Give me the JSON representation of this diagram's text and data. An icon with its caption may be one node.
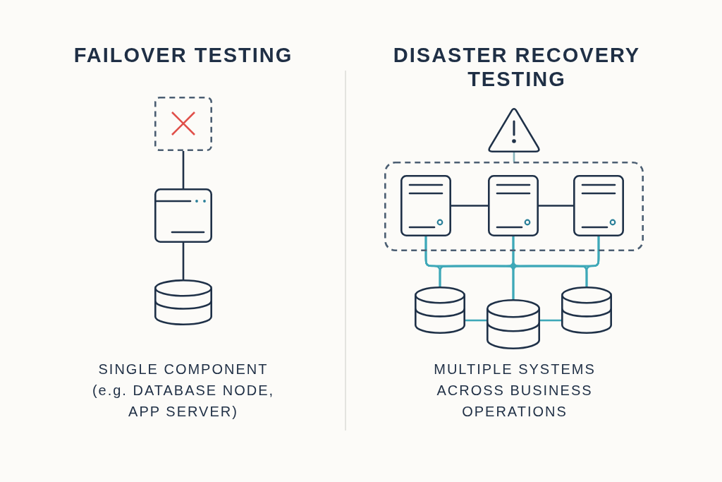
{
  "diagram": {
    "nodes": [
      {
        "text": [],
        "shape": "box"
      },
      {
        "text": [],
        "shape": "server"
      },
      {
        "text": [],
        "shape": "cylinder"
      },
      {
        "text": [],
        "shape": "triangle"
      },
      {
        "text": [],
        "shape": "box"
      },
      {
        "text": [],
        "shape": "server",
        "in": 4
      },
      {
        "text": [],
        "shape": "server",
        "in": 4
      },
      {
        "text": [],
        "shape": "server",
        "in": 4
      },
      {
        "text": [],
        "shape": "cylinder"
      },
      {
        "text": [],
        "shape": "cylinder"
      },
      {
        "text": [],
        "shape": "cylinder"
      }
    ],
    "edges": [
      {
        "from": 0,
        "to": 1,
        "arrow": "none",
        "color": "#1f3148"
      },
      {
        "from": 1,
        "to": 2,
        "arrow": "none",
        "color": "#1f3148"
      },
      {
        "from": 3,
        "to": 4,
        "arrow": "none",
        "color": "#86b3bb"
      },
      {
        "from": 5,
        "to": 6,
        "arrow": "none",
        "color": "#1f3148"
      },
      {
        "from": 6,
        "to": 7,
        "arrow": "none",
        "color": "#1f3148"
      },
      {
        "from": 5,
        "to": 8,
        "arrow": "none"
      },
      {
        "from": 5,
        "to": 9,
        "arrow": "none"
      },
      {
        "from": 5,
        "to": 10,
        "arrow": "none"
      },
      {
        "from": 6,
        "to": 8,
        "arrow": "none"
      },
      {
        "from": 6,
        "to": 9,
        "arrow": "none"
      },
      {
        "from": 6,
        "to": 10,
        "arrow": "none"
      },
      {
        "from": 7,
        "to": 8,
        "arrow": "none"
      },
      {
        "from": 7,
        "to": 9,
        "arrow": "none"
      },
      {
        "from": 7,
        "to": 10,
        "arrow": "none"
      },
      {
        "from": 8,
        "to": 9,
        "arrow": "none"
      },
      {
        "from": 9,
        "to": 10,
        "arrow": "none"
      }
    ],
    "labels": [
      "FAILOVER TESTING",
      "DISASTER RECOVERY TESTING",
      "SINGLE COMPONENT (e.g. DATABASE NODE, APP SERVER)",
      "MULTIPLE SYSTEMS ACROSS BUSINESS OPERATIONS"
    ]
  }
}
